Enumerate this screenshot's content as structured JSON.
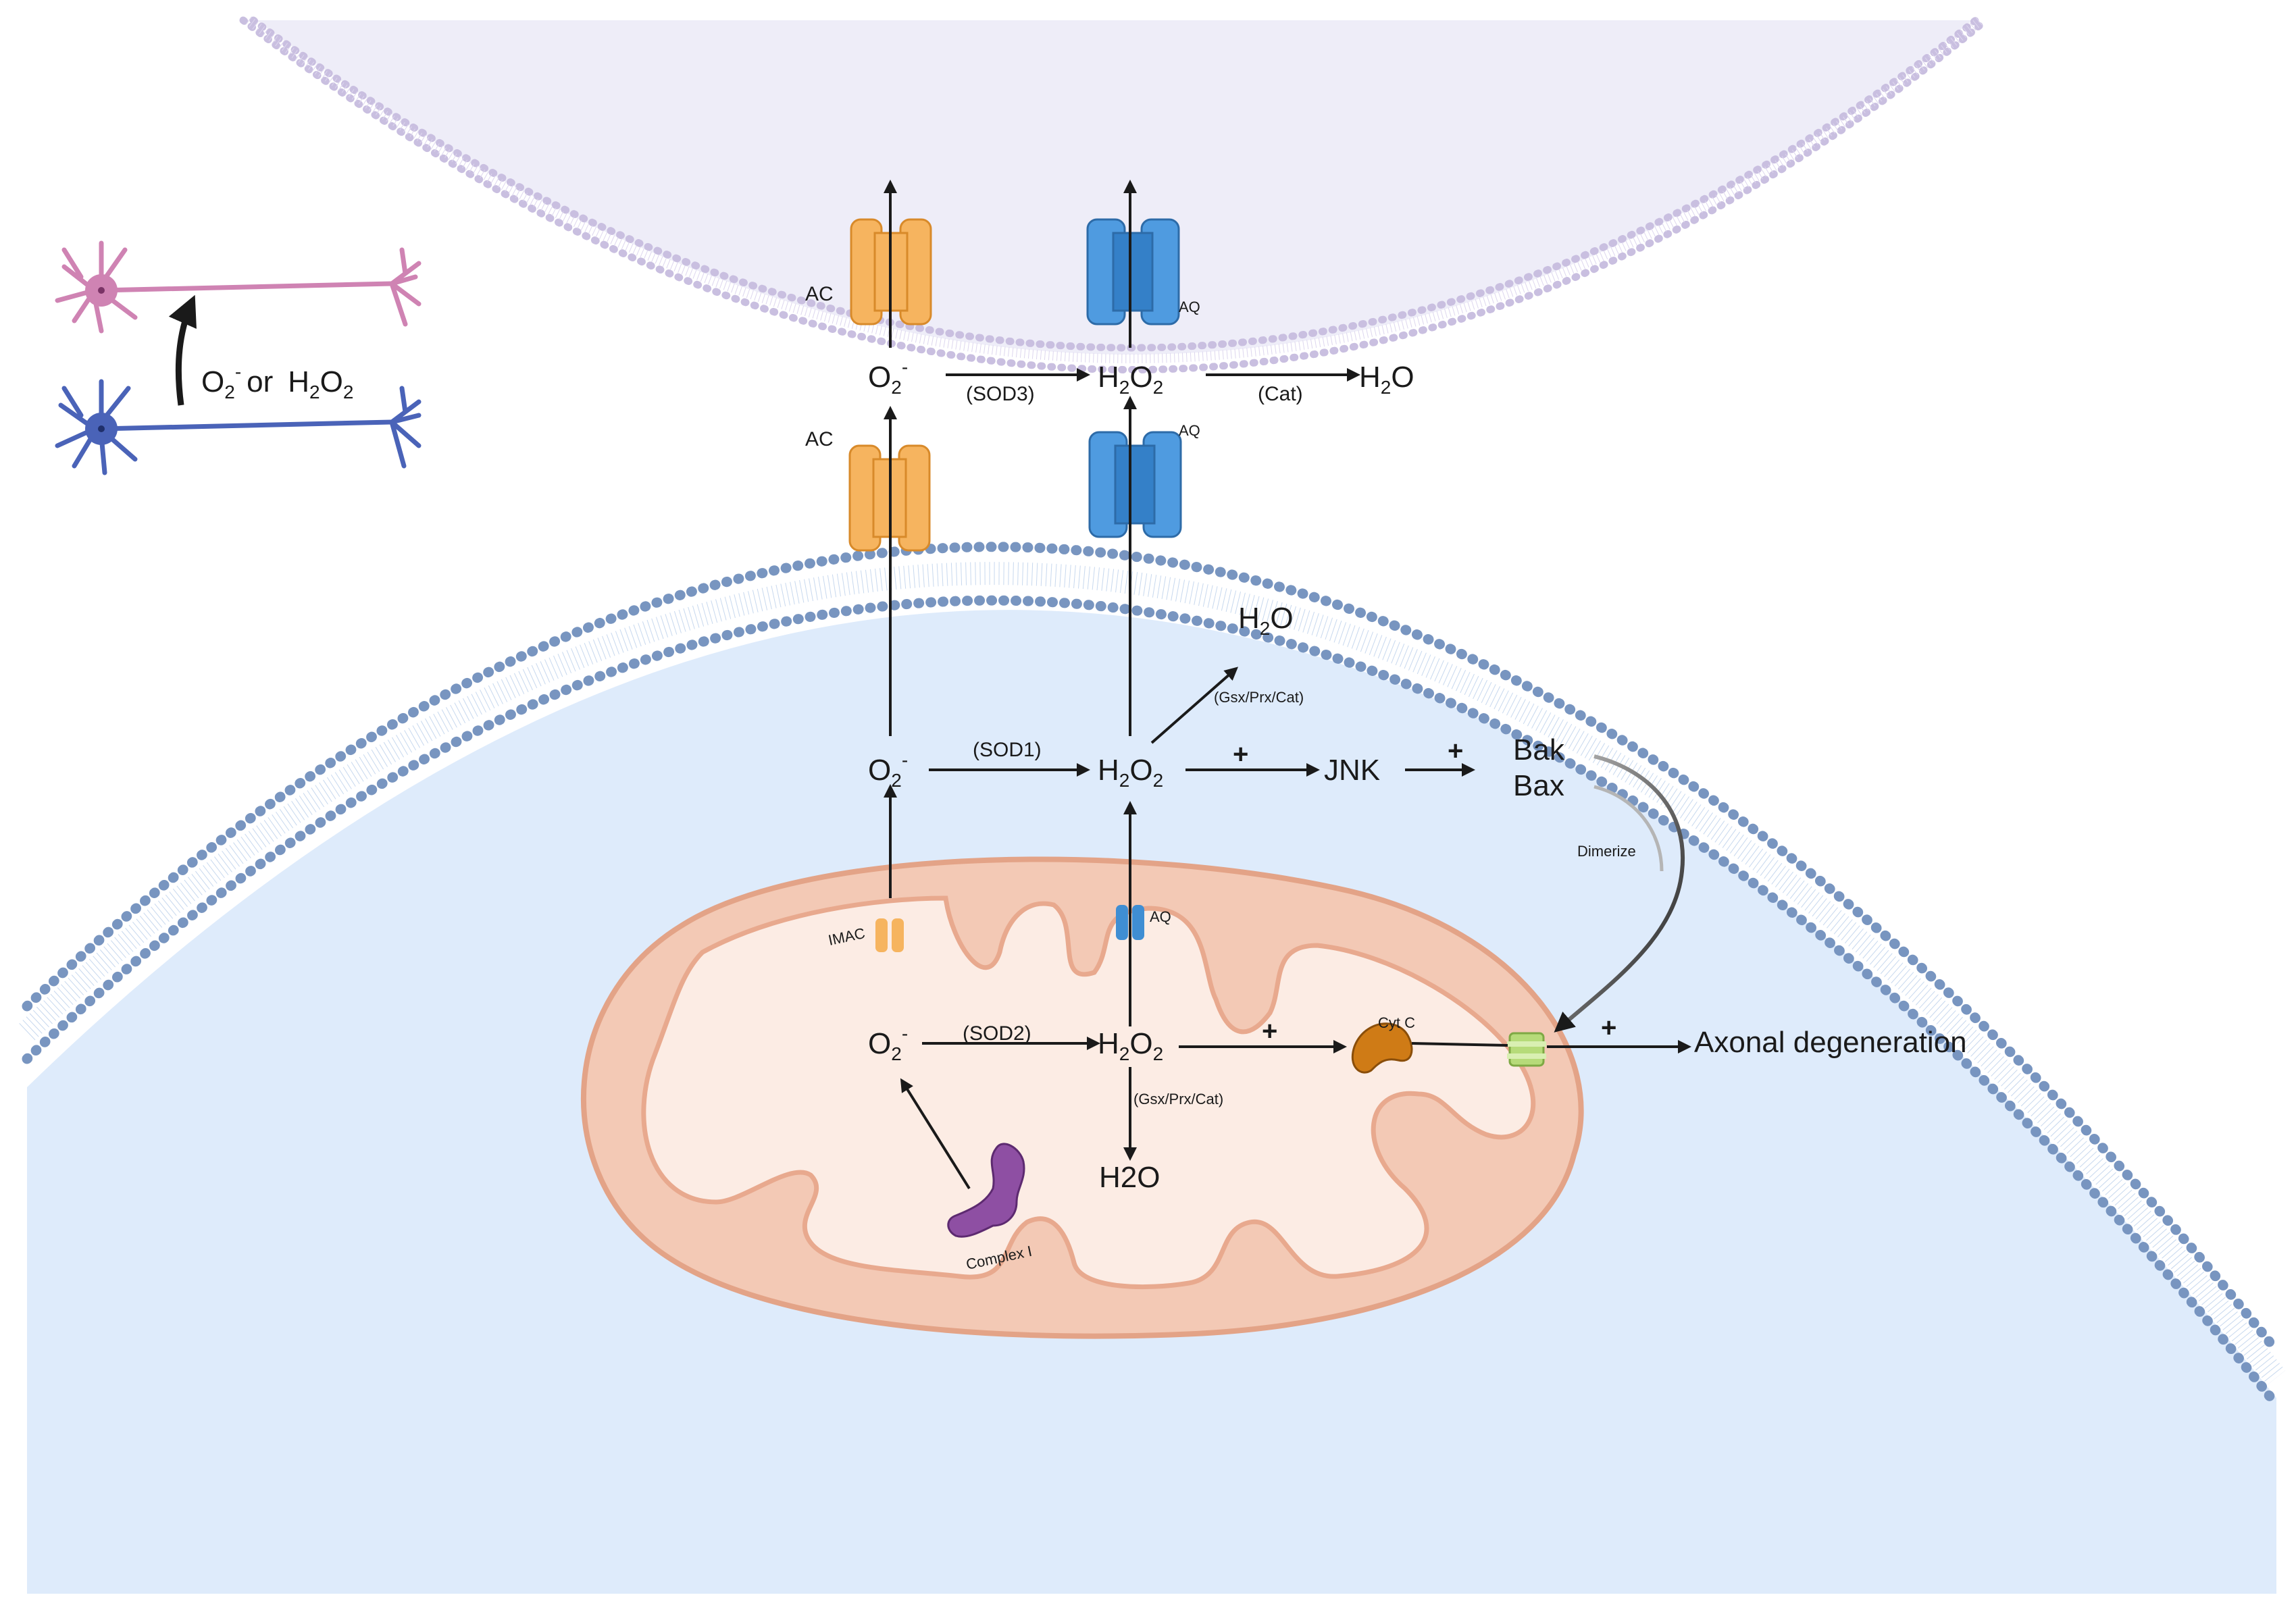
{
  "neuron_legend": {
    "label_o2": "O",
    "label_o2_sub": "2",
    "label_o2_sup": "-",
    "label_or": "or",
    "label_h2o2_h": "H",
    "label_h2o2_sub1": "2",
    "label_h2o2_o": "O",
    "label_h2o2_sub2": "2"
  },
  "outer_cell": {
    "channel_ac_label": "AC",
    "channel_aq_label": "AQ",
    "o2_label": "O",
    "o2_sub": "2",
    "o2_sup": "-",
    "sod3_label": "(SOD3)",
    "h2o2_label": "H",
    "h2o2_sub1": "2",
    "h2o2_o": "O",
    "h2o2_sub2": "2",
    "cat_label": "(Cat)",
    "h2o_label": "H",
    "h2o_sub": "2",
    "h2o_o": "O"
  },
  "inner_cell": {
    "channel_ac_label": "AC",
    "channel_aq_label": "AQ",
    "o2_label": "O",
    "o2_sub": "2",
    "o2_sup": "-",
    "sod1_label": "(SOD1)",
    "h2o2_label": "H",
    "h2o2_sub1": "2",
    "h2o2_o": "O",
    "h2o2_sub2": "2",
    "h2o_top_h": "H",
    "h2o_top_sub": "2",
    "h2o_top_o": "O",
    "gsx_top_label": "(Gsx/Prx/Cat)",
    "plus_1": "+",
    "jnk_label": "JNK",
    "plus_2": "+",
    "bak_label": "Bak",
    "bax_label": "Bax",
    "dimerize_label": "Dimerize"
  },
  "mitochondrion": {
    "imac_label": "IMAC",
    "aq_label": "AQ",
    "o2_label": "O",
    "o2_sub": "2",
    "o2_sup": "-",
    "sod2_label": "(SOD2)",
    "h2o2_label": "H",
    "h2o2_sub1": "2",
    "h2o2_o": "O",
    "h2o2_sub2": "2",
    "plus_label": "+",
    "cytc_label": "Cyt C",
    "gsx_label": "(Gsx/Prx/Cat)",
    "h2o_label": "H2O",
    "complex_label": "Complex I"
  },
  "outcome": {
    "plus_label": "+",
    "axonal_label": "Axonal degeneration"
  },
  "colors": {
    "outer_cell_fill": "#eeedf8",
    "outer_membrane_dots": "#c9bfe0",
    "inner_cell_fill": "#deebfb",
    "inner_membrane_dots": "#7895c0",
    "mito_outer": "#e8a98e",
    "mito_fill": "#fbe8df",
    "ac_channel": "#f6b45f",
    "aq_channel": "#3f8ed3",
    "neuron_top": "#cf83b3",
    "neuron_bottom": "#4a63b8",
    "complex_i": "#8e4fa3",
    "cyt_c": "#cf7b16",
    "bax_pore": "#b6db79"
  }
}
